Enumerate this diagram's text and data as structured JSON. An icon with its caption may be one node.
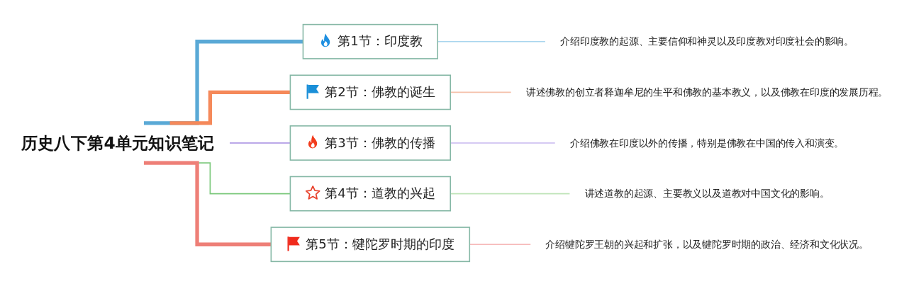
{
  "diagram": {
    "nodes": [
      {
        "text": [
          "历史八下第4单元知识笔记"
        ]
      },
      {
        "text": [
          "第1节：印度教"
        ]
      },
      {
        "text": [
          "介绍印度教的起源、主要信仰和神灵以及印度教对印度社会的影响。"
        ]
      },
      {
        "text": [
          "第2节：佛教的诞生"
        ]
      },
      {
        "text": [
          "讲述佛教的创立者释迦牟尼的生平和佛教的基本教义，以及佛教在印度的发展历程。"
        ]
      },
      {
        "text": [
          "第3节：佛教的传播"
        ]
      },
      {
        "text": [
          "介绍佛教在印度以外的传播，特别是佛教在中国的传入和演变。"
        ]
      },
      {
        "text": [
          "第4节：道教的兴起"
        ]
      },
      {
        "text": [
          "讲述道教的起源、主要教义以及道教对中国文化的影响。"
        ]
      },
      {
        "text": [
          "第5节：犍陀罗时期的印度"
        ]
      },
      {
        "text": [
          "介绍犍陀罗王朝的兴起和扩张，以及犍陀罗时期的政治、经济和文化状况。"
        ]
      }
    ],
    "edges": [
      {
        "from": 0,
        "to": 1,
        "arrow": "none",
        "style": "thick",
        "color": "#5aa9d6"
      },
      {
        "from": 1,
        "to": 2,
        "arrow": "none",
        "color": "#a9d5ee"
      },
      {
        "from": 0,
        "to": 3,
        "arrow": "none",
        "style": "thick",
        "color": "#f5895a"
      },
      {
        "from": 3,
        "to": 4,
        "arrow": "none",
        "color": "#f4c0aa"
      },
      {
        "from": 0,
        "to": 5,
        "arrow": "none",
        "color": "#a58be0"
      },
      {
        "from": 5,
        "to": 6,
        "arrow": "none",
        "color": "#c7b9ef"
      },
      {
        "from": 0,
        "to": 7,
        "arrow": "none",
        "color": "#7dc97d"
      },
      {
        "from": 7,
        "to": 8,
        "arrow": "none",
        "color": "#bfe4b9"
      },
      {
        "from": 0,
        "to": 9,
        "arrow": "none",
        "style": "thick",
        "color": "#ee7f77"
      },
      {
        "from": 9,
        "to": 10,
        "arrow": "none",
        "color": "#f6b9b9"
      }
    ]
  }
}
